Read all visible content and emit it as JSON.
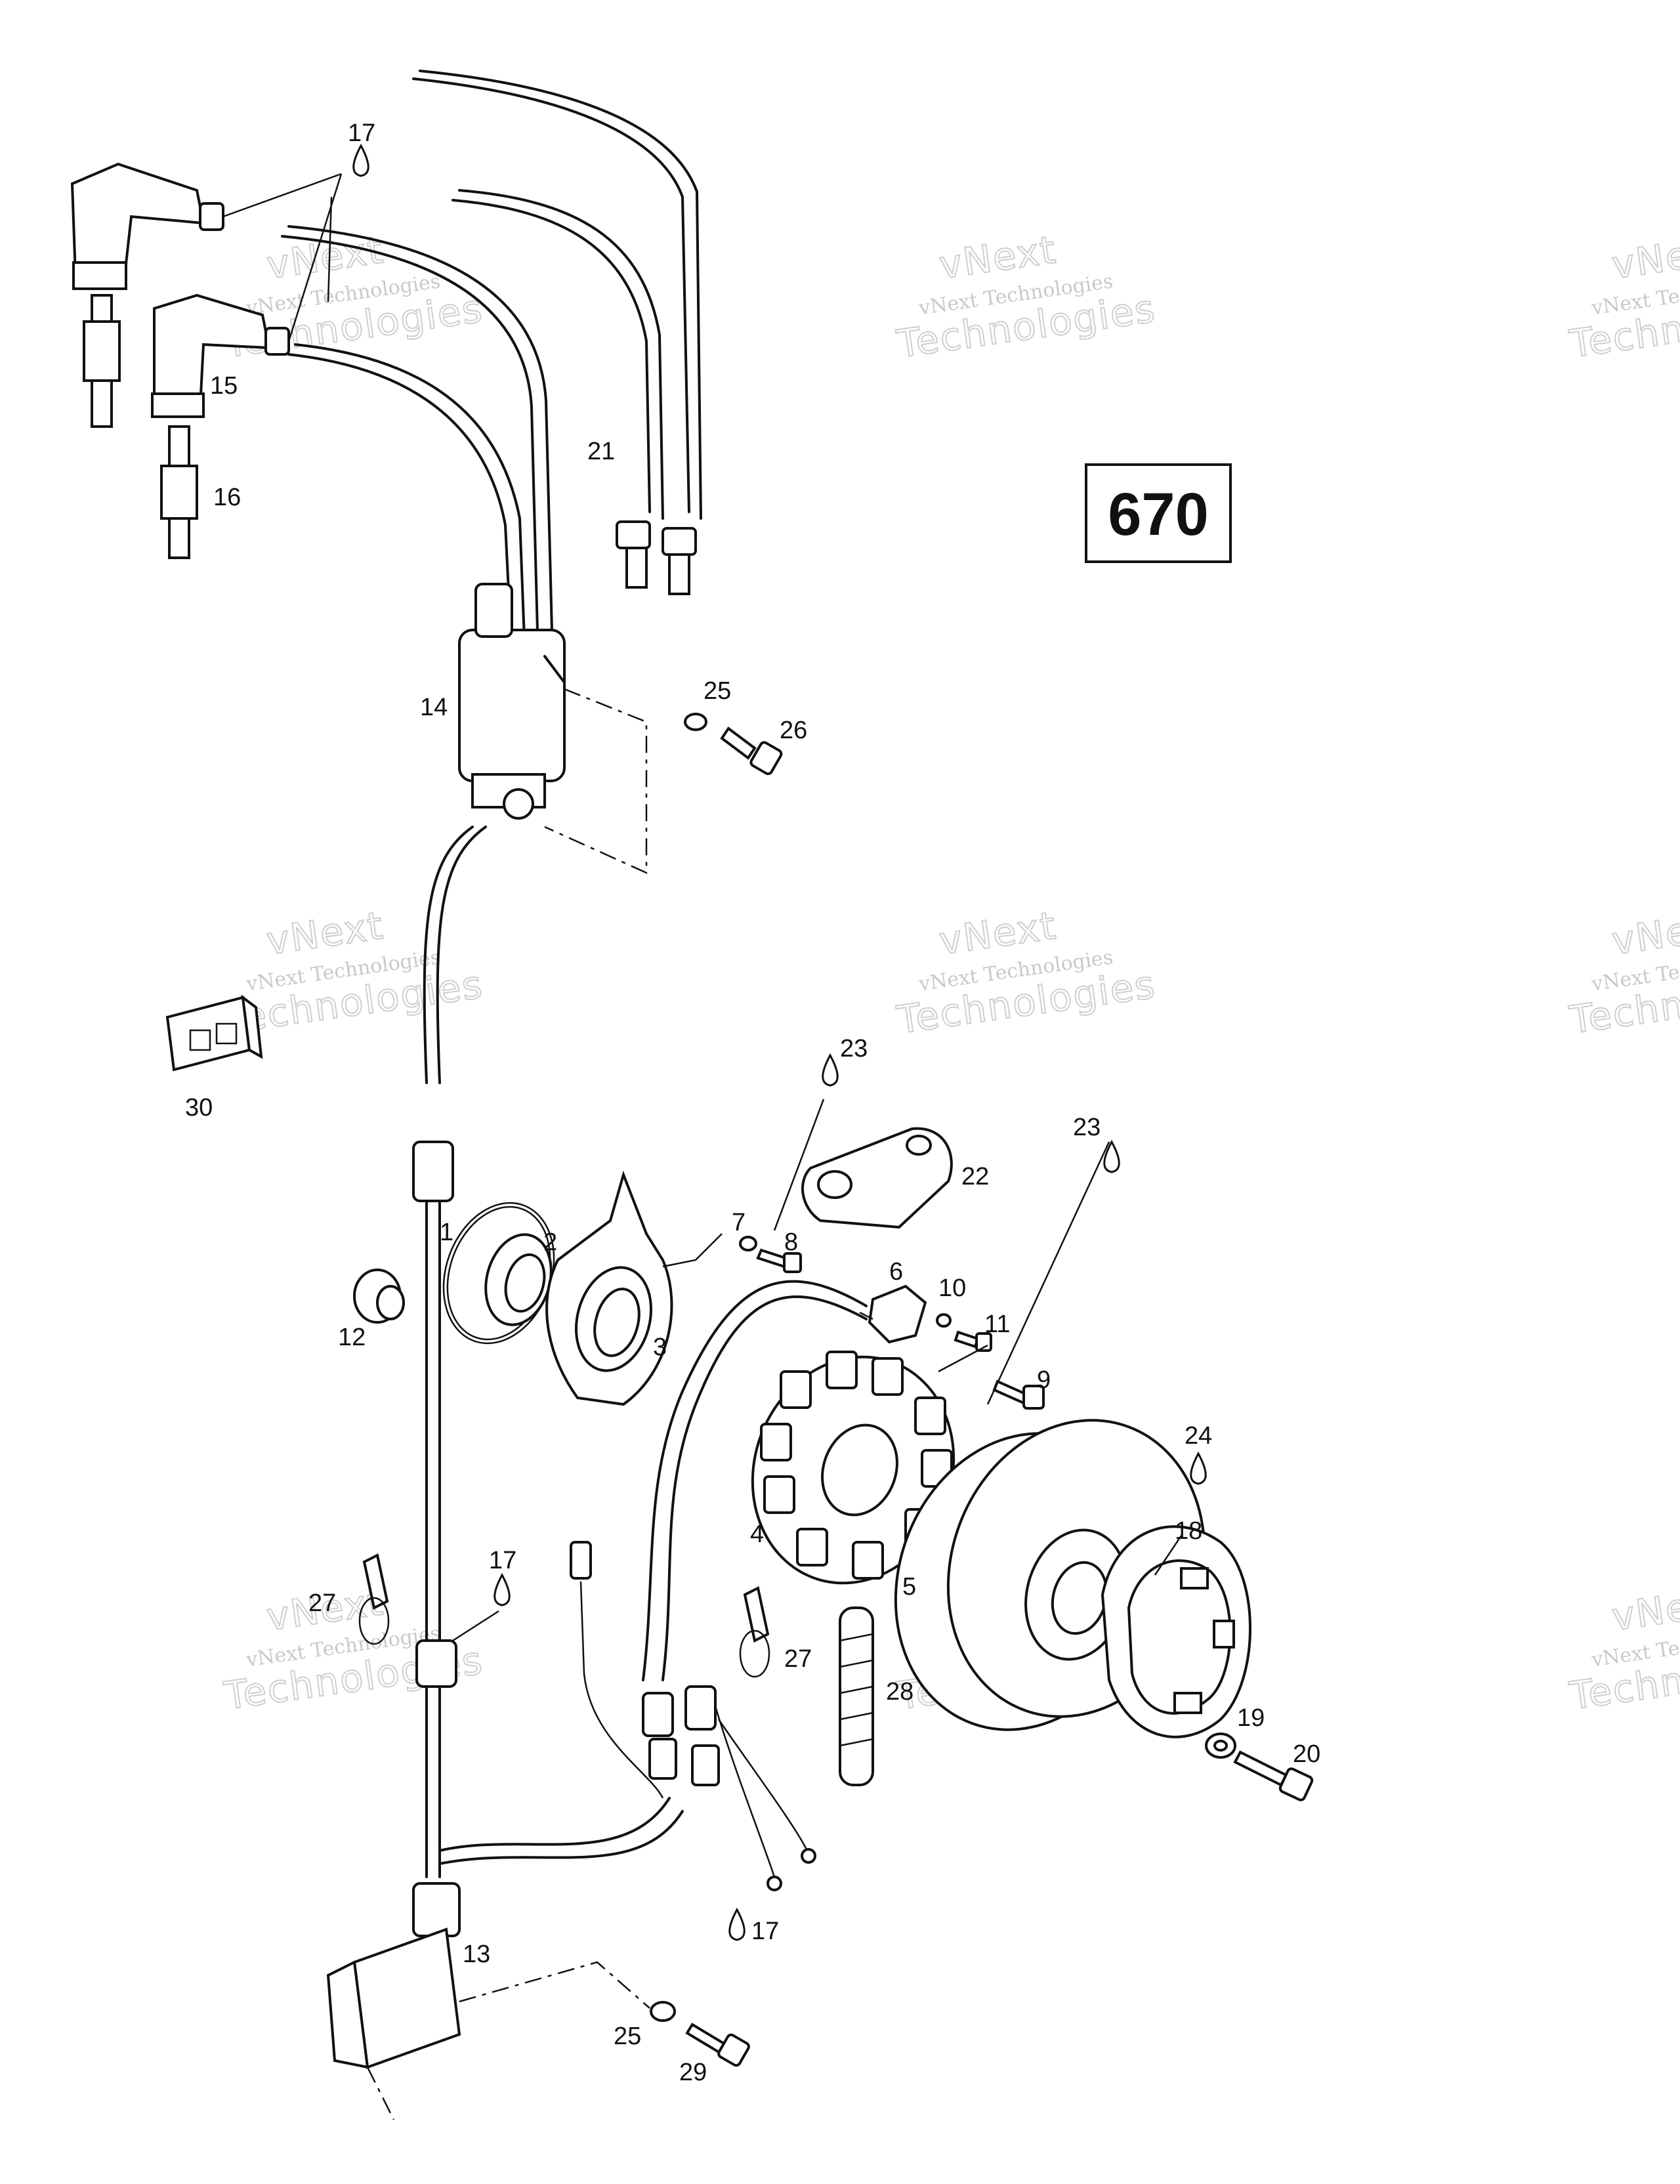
{
  "diagram": {
    "badge": "670",
    "watermark_line1": "vNext",
    "watermark_line2": "vNext Technologies",
    "watermark_line3": "Technologies",
    "callouts": [
      "17",
      "15",
      "16",
      "21",
      "14",
      "25",
      "26",
      "30",
      "23",
      "22",
      "23",
      "1",
      "2",
      "7",
      "8",
      "6",
      "10",
      "11",
      "12",
      "3",
      "9",
      "24",
      "18",
      "4",
      "5",
      "17",
      "27",
      "27",
      "28",
      "19",
      "20",
      "17",
      "13",
      "25",
      "29"
    ]
  }
}
